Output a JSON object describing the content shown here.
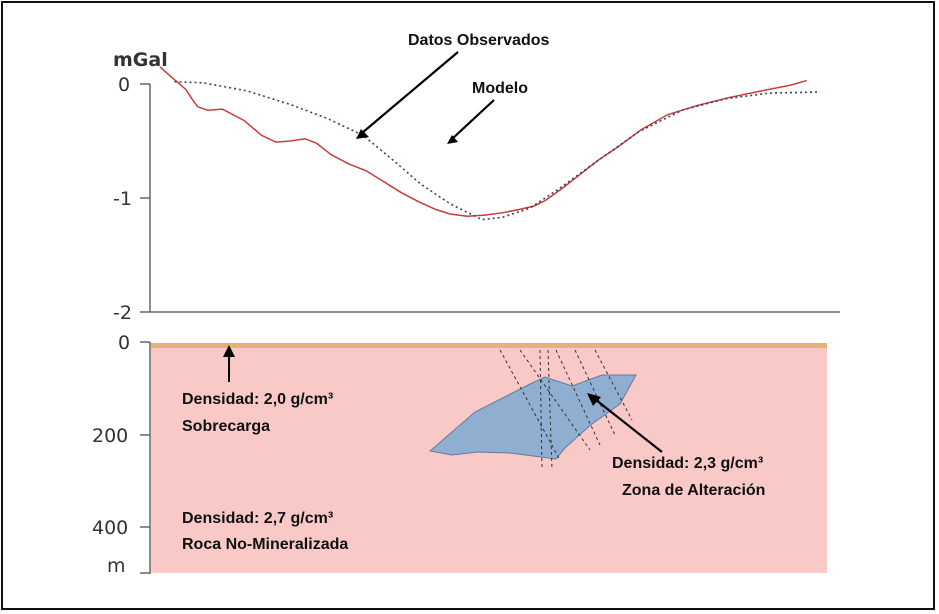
{
  "chart_data": [
    {
      "type": "line",
      "title": "",
      "ylabel": "mGal",
      "ylim": [
        -2,
        0
      ],
      "yticks": [
        "0",
        "-1",
        "-2"
      ],
      "xlabel": "",
      "series": [
        {
          "name": "Datos Observados",
          "color": "#cc3a3a",
          "style": "solid",
          "points": [
            [
              0,
              0.15
            ],
            [
              8,
              0.06
            ],
            [
              18,
              -0.05
            ],
            [
              22,
              -0.13
            ],
            [
              26,
              -0.2
            ],
            [
              33,
              -0.23
            ],
            [
              43,
              -0.22
            ],
            [
              58,
              -0.32
            ],
            [
              70,
              -0.45
            ],
            [
              80,
              -0.51
            ],
            [
              90,
              -0.5
            ],
            [
              100,
              -0.48
            ],
            [
              108,
              -0.52
            ],
            [
              118,
              -0.62
            ],
            [
              130,
              -0.7
            ],
            [
              142,
              -0.76
            ],
            [
              156,
              -0.87
            ],
            [
              166,
              -0.95
            ],
            [
              178,
              -1.03
            ],
            [
              190,
              -1.1
            ],
            [
              200,
              -1.14
            ],
            [
              212,
              -1.16
            ],
            [
              224,
              -1.15
            ],
            [
              236,
              -1.13
            ],
            [
              248,
              -1.1
            ],
            [
              258,
              -1.07
            ],
            [
              266,
              -1.02
            ],
            [
              278,
              -0.91
            ],
            [
              290,
              -0.79
            ],
            [
              302,
              -0.67
            ],
            [
              316,
              -0.55
            ],
            [
              332,
              -0.4
            ],
            [
              350,
              -0.27
            ],
            [
              370,
              -0.19
            ],
            [
              392,
              -0.12
            ],
            [
              415,
              -0.06
            ],
            [
              435,
              -0.01
            ],
            [
              446,
              0.03
            ]
          ]
        },
        {
          "name": "Modelo",
          "color": "#34406f",
          "style": "dotted",
          "points": [
            [
              10,
              0.02
            ],
            [
              30,
              0.01
            ],
            [
              60,
              -0.06
            ],
            [
              90,
              -0.18
            ],
            [
              115,
              -0.3
            ],
            [
              140,
              -0.45
            ],
            [
              160,
              -0.66
            ],
            [
              180,
              -0.88
            ],
            [
              200,
              -1.05
            ],
            [
              222,
              -1.19
            ],
            [
              236,
              -1.17
            ],
            [
              255,
              -1.09
            ],
            [
              275,
              -0.92
            ],
            [
              300,
              -0.69
            ],
            [
              330,
              -0.42
            ],
            [
              360,
              -0.23
            ],
            [
              390,
              -0.13
            ],
            [
              420,
              -0.08
            ],
            [
              455,
              -0.07
            ]
          ]
        }
      ],
      "annotations": [
        "Datos Observados",
        "Modelo"
      ]
    },
    {
      "type": "other",
      "title": "",
      "ylabel": "m",
      "ylim": [
        0,
        480
      ],
      "yticks": [
        "0",
        "200",
        "400"
      ],
      "layers": [
        {
          "label_density": "Densidad: 2,0 g/cm³",
          "label_name": "Sobrecarga",
          "color": "#e6b27a"
        },
        {
          "label_density": "Densidad: 2,7 g/cm³",
          "label_name": "Roca No-Mineralizada",
          "color": "#f9c9c8"
        },
        {
          "label_density": "Densidad: 2,3 g/cm³",
          "label_name": "Zona de Alteración",
          "color": "#90aed0"
        }
      ]
    }
  ]
}
